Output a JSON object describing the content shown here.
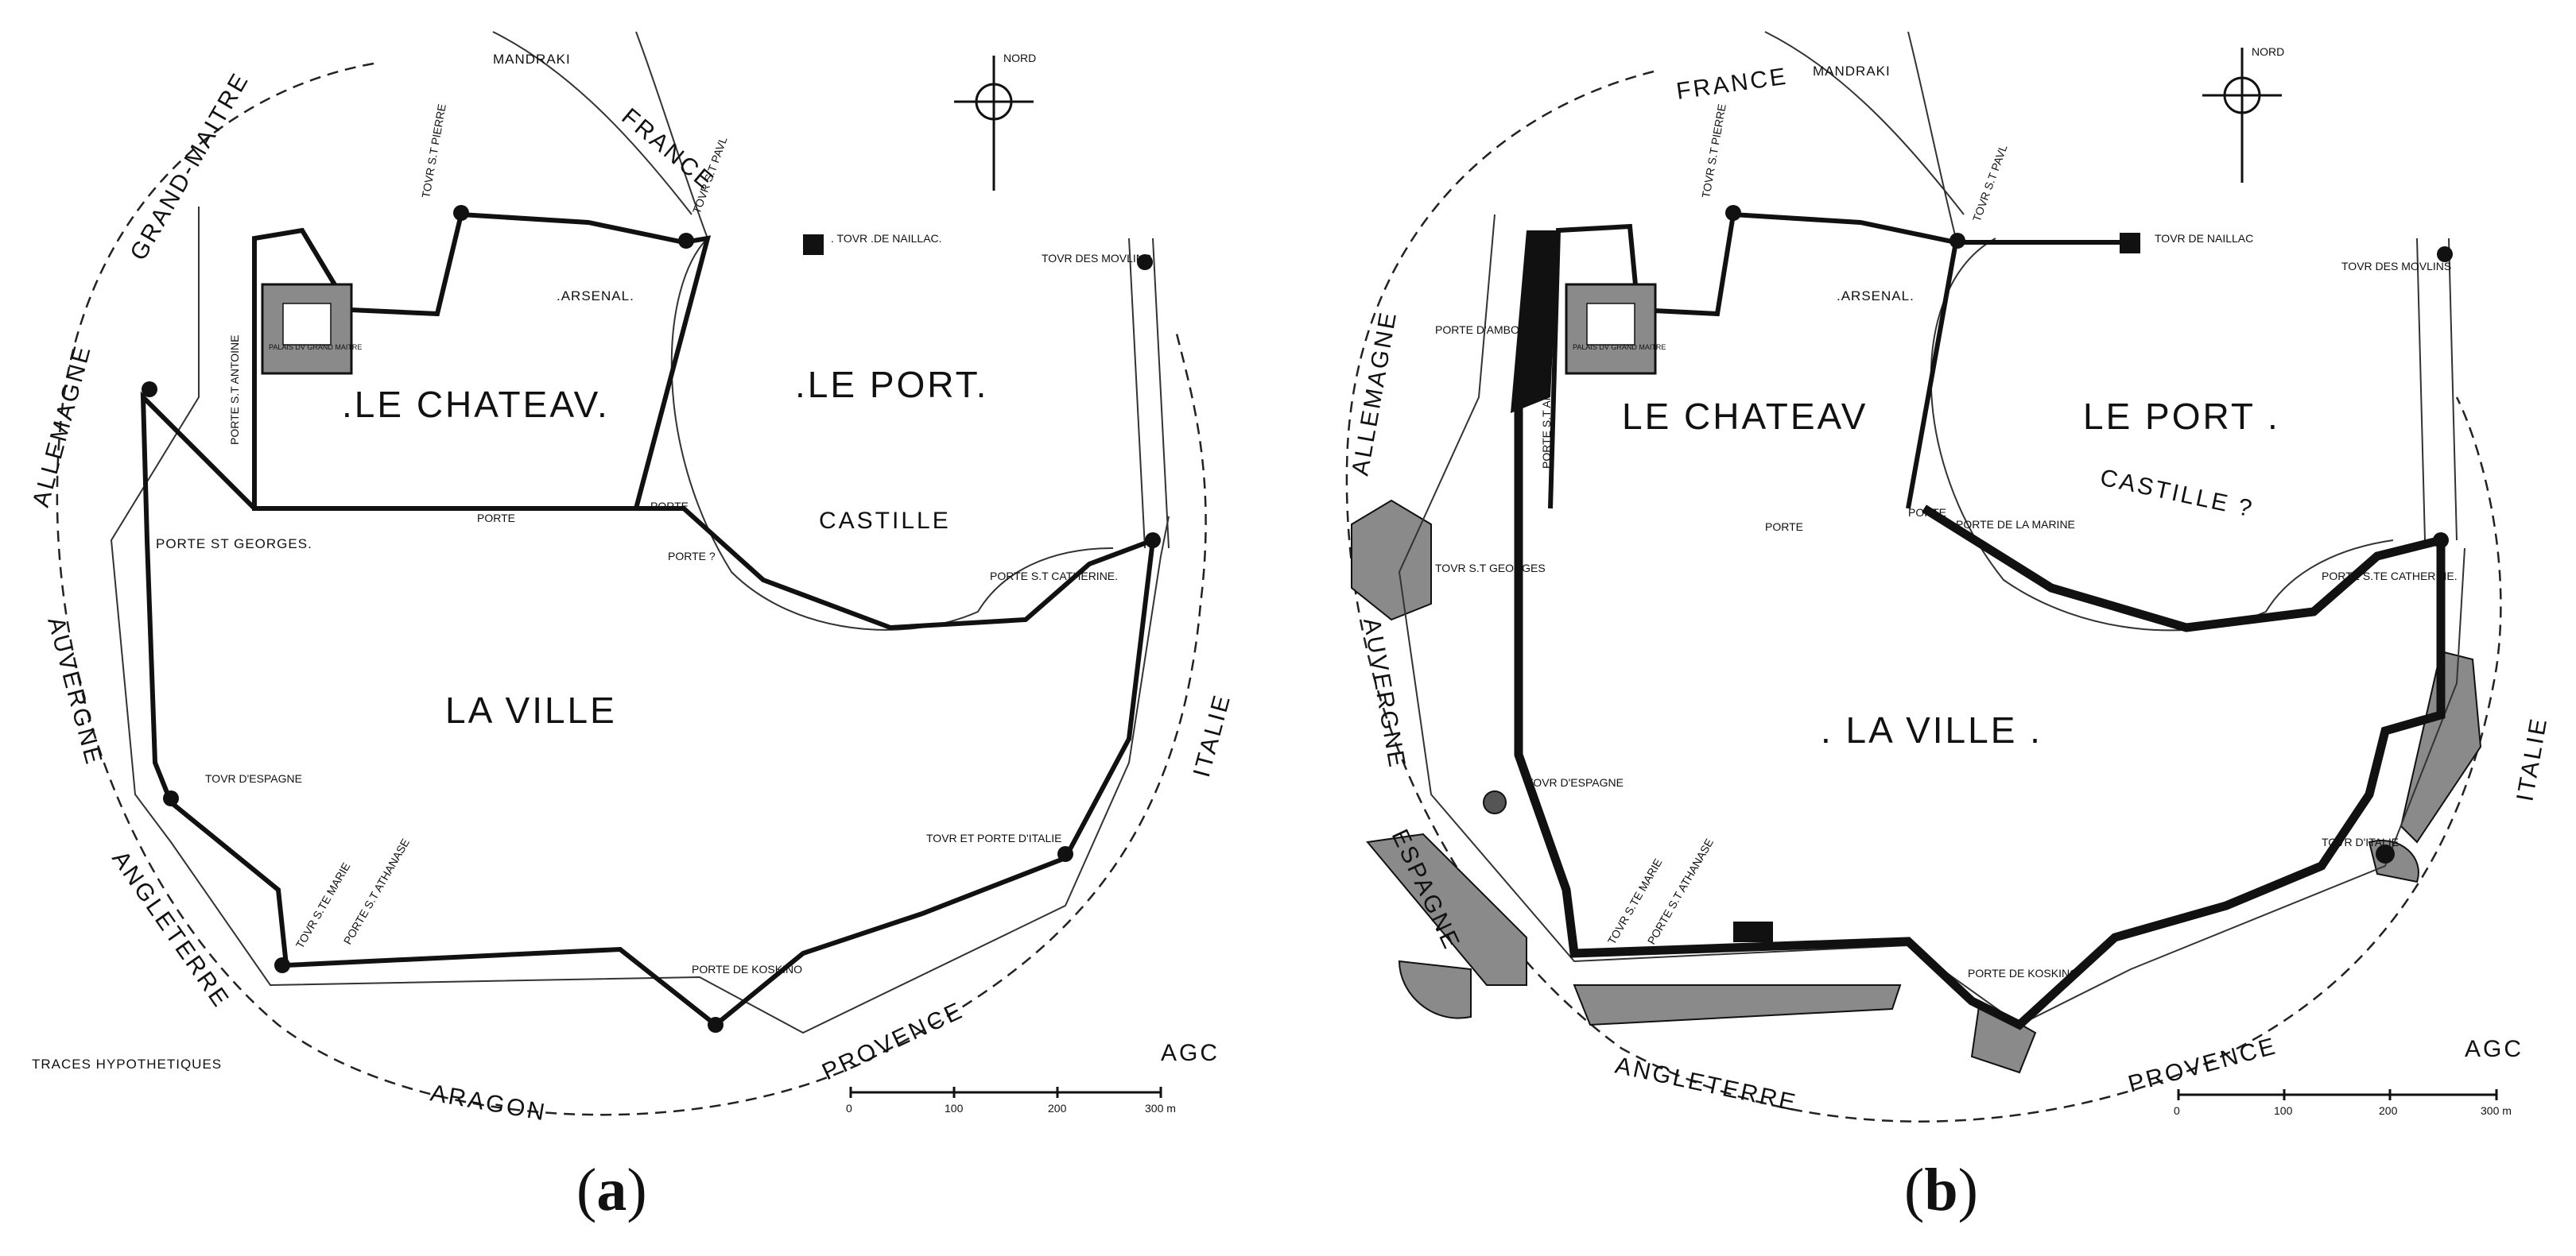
{
  "panels": [
    {
      "id": "a",
      "caption_open": "(",
      "caption_letter": "a",
      "caption_close": ")",
      "labels": {
        "castle": ".LE CHATEAV.",
        "port": ".LE PORT.",
        "town": "LA VILLE",
        "arsenal": ".ARSENAL.",
        "castille": "CASTILLE",
        "mandraki": "MANDRAKI",
        "north": "NORD",
        "palais": "PALAIS DV GRAND MAITRE",
        "porte": "PORTE",
        "porte2": "PORTE",
        "porte_q": "PORTE ?",
        "porte_st_antoine": "PORTE S.T ANTOINE",
        "porte_st_georges": "PORTE ST GEORGES.",
        "porte_st_catherine": "PORTE S.T CATHERINE.",
        "porte_koskino": "PORTE DE KOSKINO",
        "porte_st_athanase": "PORTE S.T ATHANASE",
        "tour_st_pierre": "TOVR S.T PIERRE",
        "tour_st_paul": "TOVR S.T PAVL",
        "tour_naillac": ". TOVR .DE NAILLAC.",
        "tour_moulins": "TOVR DES MOVLINS",
        "tour_espagne": "TOVR D'ESPAGNE",
        "tour_st_marie": "TOVR S.TE MARIE",
        "tour_italie": "TOVR ET PORTE D'ITALIE",
        "traces": "TRACES HYPOTHETIQUES",
        "signature": "AGC"
      },
      "districts": [
        "GRAND-MAITRE",
        "FRANCE",
        "ALLEMAGNE",
        "AUVERGNE",
        "ANGLETERRE",
        "ARAGON",
        "PROVENCE",
        "ITALIE"
      ],
      "scale": [
        "0",
        "100",
        "200",
        "300 m"
      ]
    },
    {
      "id": "b",
      "caption_open": "(",
      "caption_letter": "b",
      "caption_close": ")",
      "labels": {
        "castle": "LE CHATEAV",
        "port": "LE PORT .",
        "town": ". LA VILLE .",
        "arsenal": ".ARSENAL.",
        "castille": "CASTILLE ?",
        "mandraki": "MANDRAKI",
        "north": "NORD",
        "palais": "PALAIS DV GRAND MAITRE",
        "porte": "PORTE",
        "porte2": "PORTE",
        "porte_marine": "PORTE DE LA MARINE",
        "porte_amboise": "PORTE D'AMBOISE",
        "porte_st_antoine": "PORTE S.T ANTOINE",
        "porte_st_catherine": "PORTE S.TE CATHERINE.",
        "porte_koskino": "PORTE DE KOSKINO",
        "porte_st_athanase": "PORTE S.T ATHANASE",
        "tour_st_pierre": "TOVR S.T PIERRE",
        "tour_st_paul": "TOVR S.T PAVL",
        "tour_naillac": "TOVR DE NAILLAC",
        "tour_moulins": "TOVR DES MOVLINS",
        "tour_st_georges": "TOVR S.T GEORGES",
        "tour_espagne": "TOVR D'ESPAGNE",
        "tour_st_marie": "TOVR S.TE MARIE",
        "tour_italie": "TOVR D'ITALIE",
        "signature": "AGC"
      },
      "districts": [
        "FRANCE",
        "ALLEMAGNE",
        "AUVERGNE",
        "ESPAGNE",
        "ANGLETERRE",
        "PROVENCE",
        "ITALIE"
      ],
      "scale": [
        "0",
        "100",
        "200",
        "300 m"
      ]
    }
  ]
}
